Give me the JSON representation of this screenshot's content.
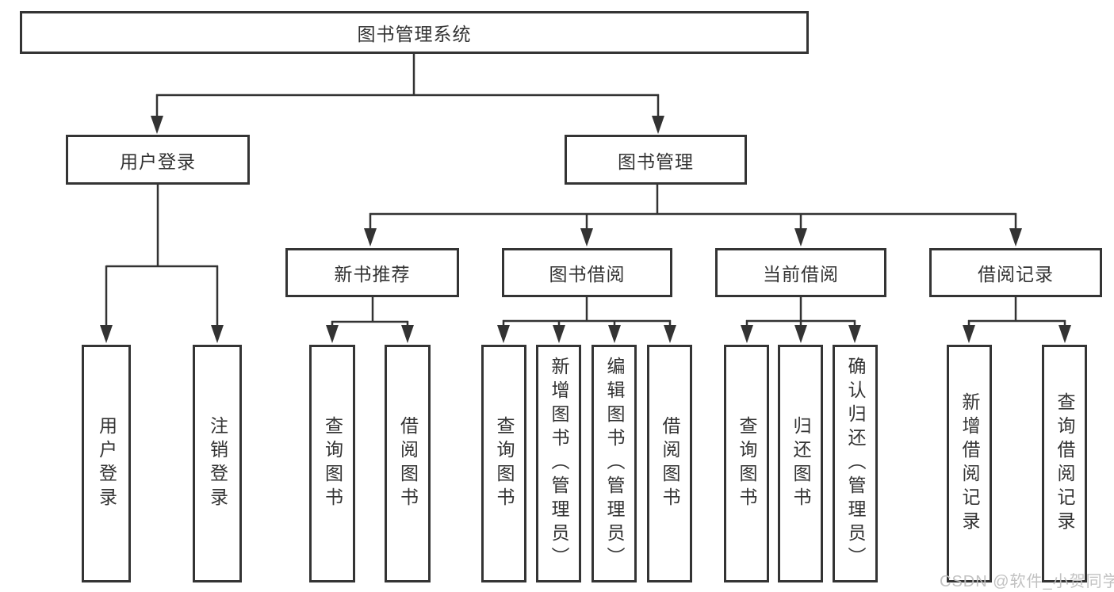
{
  "colors": {
    "background": "#ffffff",
    "line": "#333333",
    "box_border": "#343434",
    "text": "#333333",
    "watermark": "#bfbfbf"
  },
  "watermark": {
    "text": "CSDN @软件_小贺同学"
  },
  "tree": {
    "label": "图书管理系统",
    "children": [
      {
        "label": "用户登录",
        "children": [
          {
            "label": "用户登录"
          },
          {
            "label": "注销登录"
          }
        ]
      },
      {
        "label": "图书管理",
        "children": [
          {
            "label": "新书推荐",
            "children": [
              {
                "label": "查询图书"
              },
              {
                "label": "借阅图书"
              }
            ]
          },
          {
            "label": "图书借阅",
            "children": [
              {
                "label": "查询图书"
              },
              {
                "label": "新增图书（管理员）"
              },
              {
                "label": "编辑图书（管理员）"
              },
              {
                "label": "借阅图书"
              }
            ]
          },
          {
            "label": "当前借阅",
            "children": [
              {
                "label": "查询图书"
              },
              {
                "label": "归还图书"
              },
              {
                "label": "确认归还（管理员）"
              }
            ]
          },
          {
            "label": "借阅记录",
            "children": [
              {
                "label": "新增借阅记录"
              },
              {
                "label": "查询借阅记录"
              }
            ]
          }
        ]
      }
    ]
  }
}
